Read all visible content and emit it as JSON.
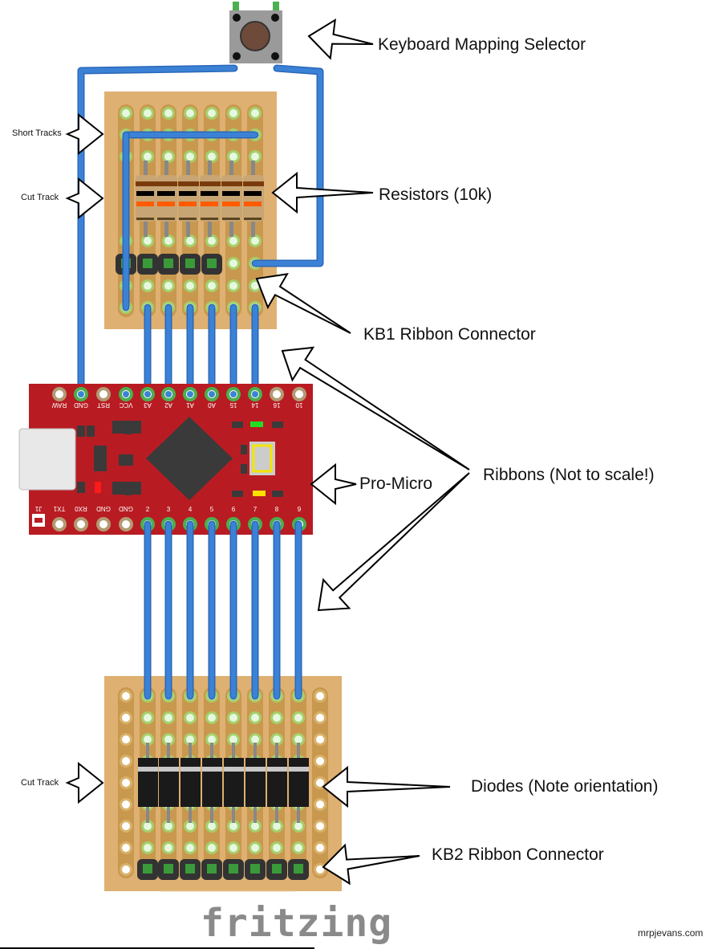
{
  "labels": {
    "keyboard_mapping_selector": "Keyboard Mapping Selector",
    "short_tracks": "Short Tracks",
    "cut_track_top": "Cut Track",
    "resistors": "Resistors (10k)",
    "kb1_ribbon": "KB1 Ribbon Connector",
    "pro_micro": "Pro-Micro",
    "ribbons": "Ribbons (Not to scale!)",
    "cut_track_bottom": "Cut Track",
    "diodes": "Diodes (Note orientation)",
    "kb2_ribbon": "KB2 Ribbon Connector"
  },
  "footer": {
    "logo": "fritzing",
    "credit": "mrpjevans.com"
  },
  "pro_micro": {
    "top_pins": [
      "RAW",
      "GND",
      "RST",
      "VCC",
      "A3",
      "A2",
      "A1",
      "A0",
      "15",
      "14",
      "16",
      "10"
    ],
    "bottom_pins": [
      "J1",
      "TX1",
      "RX0",
      "GND",
      "GND",
      "2",
      "3",
      "4",
      "5",
      "6",
      "7",
      "8",
      "9"
    ]
  },
  "kb1_board": {
    "resistor_count": 6,
    "header_pins": 5
  },
  "kb2_board": {
    "diode_count": 8,
    "header_pins": 8
  },
  "colors": {
    "wire": "#3b82d6",
    "stripboard": "#deb071",
    "track": "#c9984f",
    "pcb": "#b81c22",
    "hole_green": "#9fd26a",
    "chip": "#333333"
  }
}
